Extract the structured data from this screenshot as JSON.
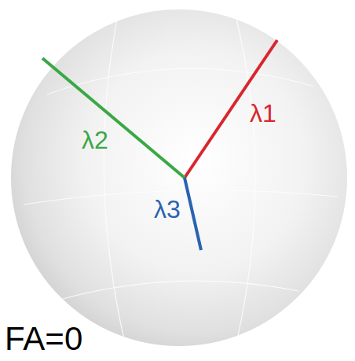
{
  "diagram": {
    "labels": [
      "λ1",
      "λ2",
      "λ3",
      "FA=0"
    ]
  }
}
